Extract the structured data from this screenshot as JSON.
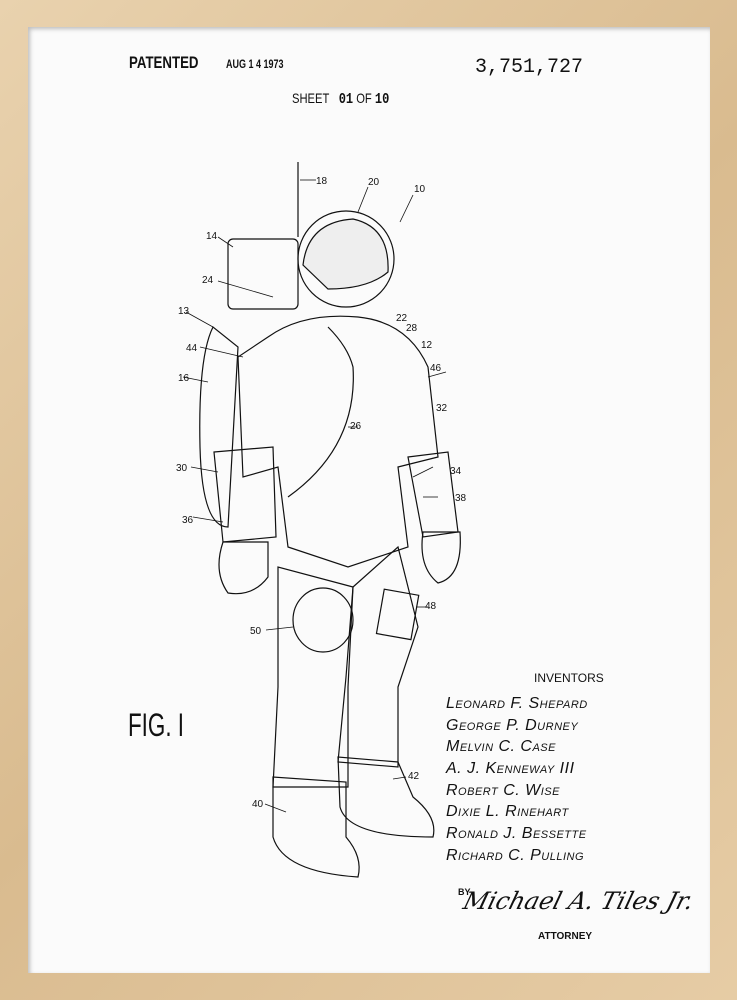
{
  "header": {
    "patented_label": "PATENTED",
    "patent_date": "AUG 1 4 1973",
    "patent_number": "3,751,727",
    "sheet_word": "SHEET",
    "sheet_current": "01",
    "sheet_of": "OF",
    "sheet_total": "10"
  },
  "figure": {
    "title": "FIG. I",
    "reference_numerals": [
      "18",
      "20",
      "10",
      "14",
      "24",
      "13",
      "22",
      "28",
      "12",
      "44",
      "46",
      "16",
      "32",
      "26",
      "30",
      "34",
      "38",
      "36",
      "48",
      "50",
      "42",
      "40"
    ]
  },
  "inventors": {
    "heading": "INVENTORS",
    "names": [
      "Leonard F. Shepard",
      "George P. Durney",
      "Melvin C. Case",
      "A. J. Kenneway III",
      "Robert C. Wise",
      "Dixie L. Rinehart",
      "Ronald J. Bessette",
      "Richard C. Pulling"
    ]
  },
  "attorney": {
    "by_label": "BY",
    "signature": "Michael A. Tiles Jr.",
    "label": "ATTORNEY"
  },
  "colors": {
    "frame": "#e2c8a0",
    "paper": "#fbfbfb",
    "ink": "#111111"
  }
}
